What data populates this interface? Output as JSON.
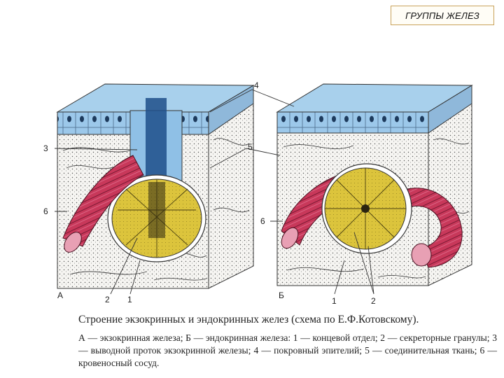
{
  "header": {
    "title": "ГРУППЫ ЖЕЛЕЗ"
  },
  "figure": {
    "panel_a_letter": "А",
    "panel_b_letter": "Б",
    "labels": {
      "n1": "1",
      "n2": "2",
      "n3": "3",
      "n4": "4",
      "n5": "5",
      "n6": "6"
    },
    "colors": {
      "epithelium": "#8fc0e6",
      "acinus": "#d9c23a",
      "vessel": "#c8385a",
      "connective": "#f4f2ee"
    }
  },
  "caption": {
    "title": "Строение экзокринных и эндокринных желез (схема по Е.Ф.Котовскому).",
    "legend": "А — экзокринная железа; Б — эндокринная железа: 1 — концевой отдел; 2 — секреторные гранулы; 3 — выводной проток экзокринной железы; 4 — покровный эпителий; 5 — соединительная ткань; 6 — кровеносный сосуд."
  }
}
